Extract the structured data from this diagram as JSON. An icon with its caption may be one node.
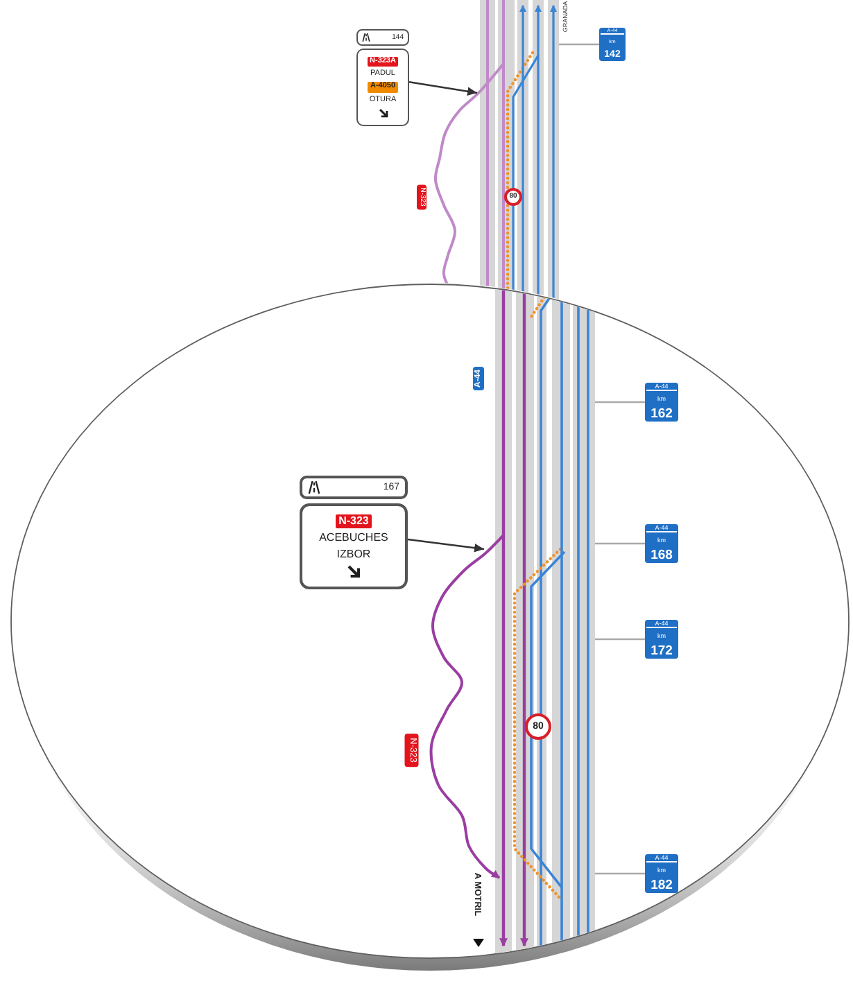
{
  "diagram": {
    "nodes": [
      {
        "text": [
          "144",
          "N-323A",
          "PADUL",
          "A-4050",
          "OTURA"
        ]
      },
      {
        "text": [
          "A-44",
          "km",
          "142"
        ]
      },
      {
        "text": [
          "167",
          "N-323",
          "ACEBUCHES",
          "IZBOR"
        ]
      },
      {
        "text": [
          "A-44",
          "km",
          "162"
        ]
      },
      {
        "text": [
          "A-44",
          "km",
          "168"
        ]
      },
      {
        "text": [
          "A-44",
          "km",
          "172"
        ]
      },
      {
        "text": [
          "A-44",
          "km",
          "182"
        ]
      }
    ],
    "edges": [
      {
        "from": 0,
        "to": null,
        "arrow": "to",
        "color": "#333333"
      },
      {
        "from": 1,
        "to": null,
        "arrow": "none"
      },
      {
        "from": 2,
        "to": null,
        "arrow": "to",
        "color": "#333333"
      },
      {
        "from": 3,
        "to": null,
        "arrow": "none"
      },
      {
        "from": 4,
        "to": null,
        "arrow": "none"
      },
      {
        "from": 5,
        "to": null,
        "arrow": "none"
      },
      {
        "from": 6,
        "to": null,
        "arrow": "none"
      }
    ],
    "labels": [
      "GRANADA",
      "N-323",
      "80",
      "A-44",
      "80",
      "N-323",
      "A MOTRIL"
    ]
  }
}
